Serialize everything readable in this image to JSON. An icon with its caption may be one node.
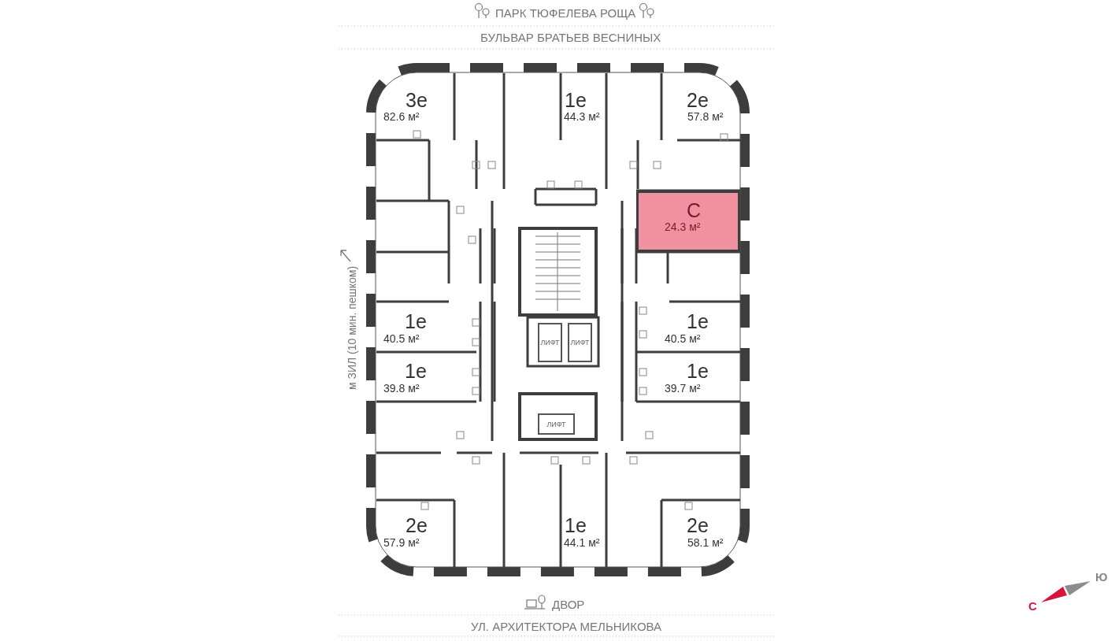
{
  "diagram": {
    "nodes": [
      {
        "text": [
          "3е",
          "82.6 м²"
        ]
      },
      {
        "text": [
          "1е",
          "44.3 м²"
        ]
      },
      {
        "text": [
          "2е",
          "57.8 м²"
        ]
      },
      {
        "text": [
          "С",
          "24.3 м²"
        ]
      },
      {
        "text": [
          "1е",
          "40.5 м²"
        ]
      },
      {
        "text": [
          "1е",
          "40.5 м²"
        ]
      },
      {
        "text": [
          "1е",
          "39.8 м²"
        ]
      },
      {
        "text": [
          "1е",
          "39.7 м²"
        ]
      },
      {
        "text": [
          "2е",
          "57.9 м²"
        ]
      },
      {
        "text": [
          "1е",
          "44.1 м²"
        ]
      },
      {
        "text": [
          "2е",
          "58.1 м²"
        ]
      },
      {
        "text": [
          "ЛИФТ"
        ]
      },
      {
        "text": [
          "ЛИФТ"
        ]
      },
      {
        "text": [
          "ЛИФТ"
        ]
      }
    ],
    "edges": [],
    "labels": [
      "ПАРК ТЮФЕЛЕВА РОЩА",
      "БУЛЬВАР БРАТЬЕВ ВЕСНИНЫХ",
      "м ЗИЛ (10 мин. пешком)",
      "ДВОР",
      "УЛ. АРХИТЕКТОРА МЕЛЬНИКОВА",
      "Ю",
      "С"
    ]
  }
}
